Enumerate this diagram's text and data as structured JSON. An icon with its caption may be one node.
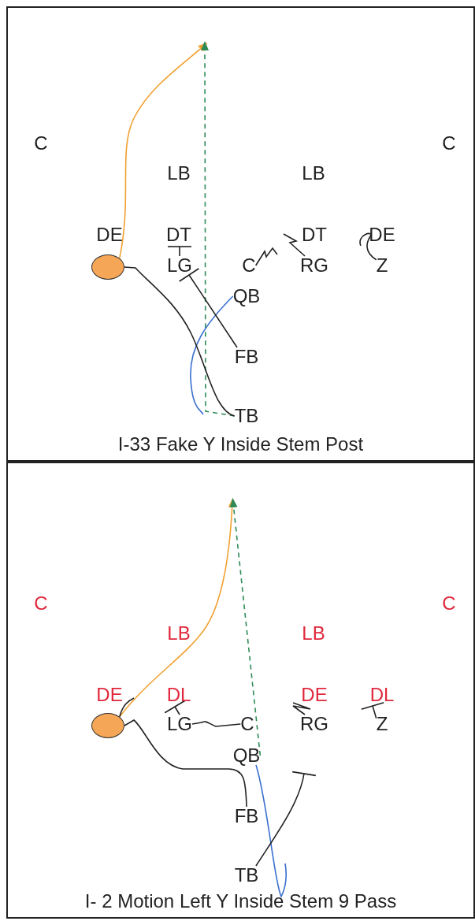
{
  "diagram": {
    "nodes": [
      {
        "text": [
          "I-33 Fake Y Inside Stem Post"
        ]
      },
      {
        "text": [],
        "shape": "circle",
        "in": 0
      },
      {
        "text": [
          "LG"
        ],
        "in": 0
      },
      {
        "text": [
          "C"
        ],
        "in": 0
      },
      {
        "text": [
          "RG"
        ],
        "in": 0
      },
      {
        "text": [
          "Z"
        ],
        "in": 0
      },
      {
        "text": [
          "QB"
        ],
        "in": 0
      },
      {
        "text": [
          "FB"
        ],
        "in": 0
      },
      {
        "text": [
          "TB"
        ],
        "in": 0
      },
      {
        "text": [
          "I- 2 Motion Left Y Inside Stem 9 Pass"
        ]
      },
      {
        "text": [],
        "shape": "circle",
        "in": 9
      },
      {
        "text": [
          "LG"
        ],
        "in": 9
      },
      {
        "text": [
          "C"
        ],
        "in": 9
      },
      {
        "text": [
          "RG"
        ],
        "in": 9
      },
      {
        "text": [
          "Z"
        ],
        "in": 9
      },
      {
        "text": [
          "QB"
        ],
        "in": 9
      },
      {
        "text": [
          "FB"
        ],
        "in": 9
      },
      {
        "text": [
          "TB"
        ],
        "in": 9
      }
    ],
    "edges": [
      {
        "from": 1,
        "to": null,
        "arrow": "to",
        "color": "#f0a030"
      },
      {
        "from": 8,
        "to": null,
        "arrow": "to",
        "style": "dashed",
        "color": "#2e8b57"
      },
      {
        "from": 6,
        "to": null,
        "arrow": "none",
        "color": "#3a6fd0"
      },
      {
        "from": 8,
        "to": 1,
        "arrow": "none"
      },
      {
        "from": 7,
        "to": 2,
        "arrow": "other"
      },
      {
        "from": 2,
        "to": null,
        "arrow": "other"
      },
      {
        "from": 3,
        "to": null,
        "arrow": "none"
      },
      {
        "from": 4,
        "to": null,
        "arrow": "none"
      },
      {
        "from": 5,
        "to": null,
        "arrow": "none"
      },
      {
        "from": 10,
        "to": null,
        "arrow": "to",
        "color": "#f0a030"
      },
      {
        "from": 15,
        "to": null,
        "arrow": "to",
        "style": "dashed",
        "color": "#2e8b57"
      },
      {
        "from": 10,
        "to": null,
        "arrow": "none"
      },
      {
        "from": 16,
        "to": 10,
        "arrow": "none"
      },
      {
        "from": 11,
        "to": null,
        "arrow": "other"
      },
      {
        "from": 12,
        "to": 11,
        "arrow": "none"
      },
      {
        "from": 13,
        "to": null,
        "arrow": "none"
      },
      {
        "from": 14,
        "to": null,
        "arrow": "other"
      },
      {
        "from": 15,
        "to": null,
        "arrow": "none",
        "color": "#3a6fd0"
      },
      {
        "from": 17,
        "to": null,
        "arrow": "other"
      }
    ],
    "labels": [
      "C",
      "C",
      "LB",
      "LB",
      "DE",
      "DT",
      "DT",
      "DE",
      "C",
      "C",
      "LB",
      "LB",
      "DE",
      "DL",
      "DE",
      "DL"
    ]
  }
}
